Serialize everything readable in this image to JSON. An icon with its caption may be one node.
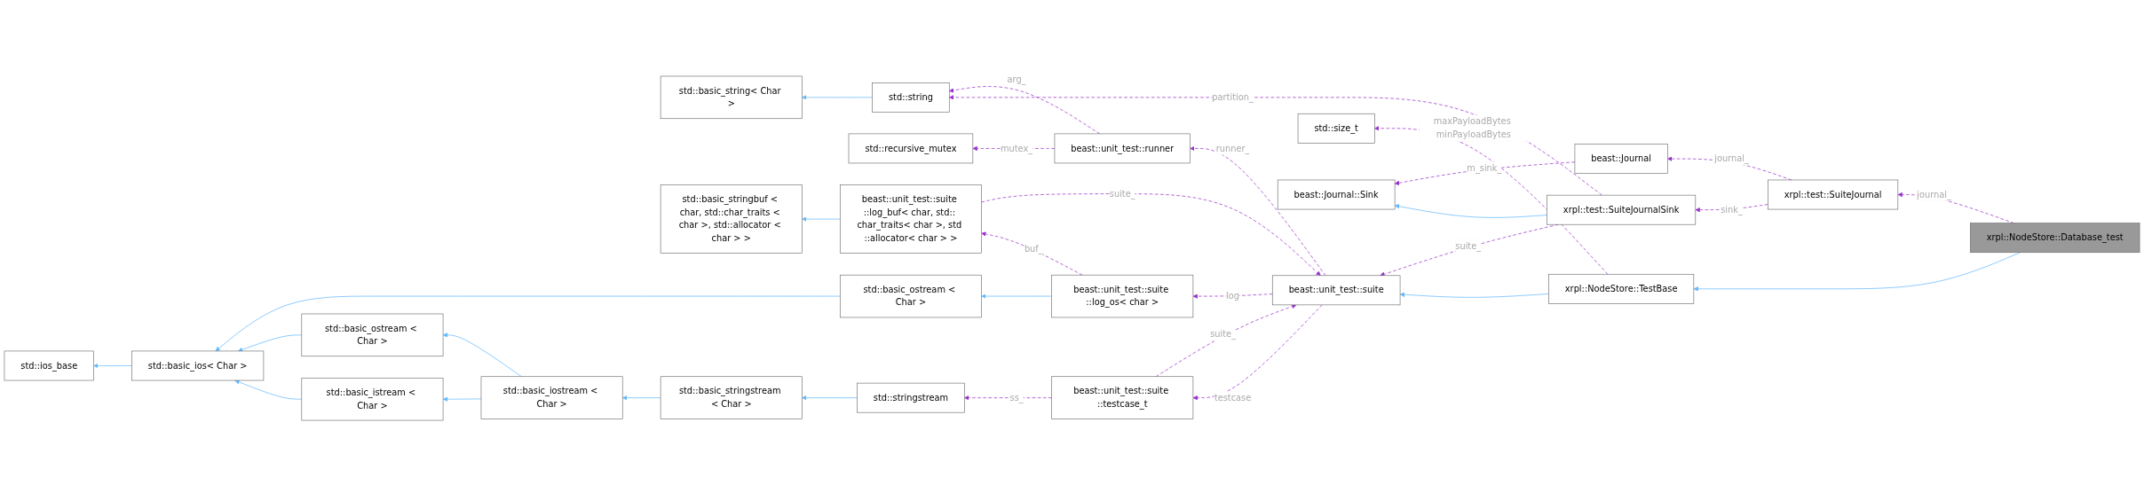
{
  "diagram": {
    "nodes": [
      {
        "text": [
          "xrpl::NodeStore::Database_test"
        ]
      },
      {
        "text": [
          "xrpl::NodeStore::TestBase"
        ]
      },
      {
        "text": [
          "xrpl::test::SuiteJournal"
        ]
      },
      {
        "text": [
          "beast::unit_test::suite"
        ]
      },
      {
        "text": [
          "std::size_t"
        ]
      },
      {
        "text": [
          "xrpl::test::SuiteJournalSink"
        ]
      },
      {
        "text": [
          "beast::Journal"
        ]
      },
      {
        "text": [
          "beast::Journal::Sink"
        ]
      },
      {
        "text": [
          "std::string"
        ]
      },
      {
        "text": [
          "std::basic_string< Char >"
        ]
      },
      {
        "text": [
          "beast::unit_test::runner"
        ]
      },
      {
        "text": [
          "std::recursive_mutex"
        ]
      },
      {
        "text": [
          "beast::unit_test::suite ::testcase_t"
        ]
      },
      {
        "text": [
          "beast::unit_test::suite ::log_os< char >"
        ]
      },
      {
        "text": [
          "beast::unit_test::suite ::log_buf< char, std:: char_traits< char >, std ::allocator< char > >"
        ]
      },
      {
        "text": [
          "std::basic_stringbuf < char, std::char_traits < char >, std::allocator < char > >"
        ]
      },
      {
        "text": [
          "std::stringstream"
        ]
      },
      {
        "text": [
          "std::basic_stringstream < Char >"
        ]
      },
      {
        "text": [
          "std::basic_iostream < Char >"
        ]
      },
      {
        "text": [
          "std::basic_istream < Char >"
        ]
      },
      {
        "text": [
          "std::basic_ostream < Char >"
        ]
      },
      {
        "text": [
          "std::basic_ios< Char >"
        ]
      },
      {
        "text": [
          "std::ios_base"
        ]
      },
      {
        "text": [
          "std::basic_ostream < Char >"
        ]
      }
    ],
    "edges": [
      {
        "from": 0,
        "to": 1,
        "arrow": "to",
        "color": "#63b8ff"
      },
      {
        "from": 0,
        "to": 2,
        "arrow": "to",
        "style": "dashed",
        "label": "journal_"
      },
      {
        "from": 1,
        "to": 3,
        "arrow": "to",
        "color": "#63b8ff"
      },
      {
        "from": 1,
        "to": 4,
        "arrow": "to",
        "style": "dashed",
        "label": "maxPayloadBytes minPayloadBytes"
      },
      {
        "from": 2,
        "to": 5,
        "arrow": "to",
        "style": "dashed",
        "label": "sink_"
      },
      {
        "from": 2,
        "to": 6,
        "arrow": "to",
        "style": "dashed",
        "label": "journal_"
      },
      {
        "from": 5,
        "to": 7,
        "arrow": "to",
        "color": "#63b8ff"
      },
      {
        "from": 5,
        "to": 8,
        "arrow": "to",
        "style": "dashed",
        "label": "partition_"
      },
      {
        "from": 5,
        "to": 3,
        "arrow": "to",
        "style": "dashed",
        "label": "suite_"
      },
      {
        "from": 6,
        "to": 7,
        "arrow": "to",
        "style": "dashed",
        "label": "m_sink_"
      },
      {
        "from": 3,
        "to": 10,
        "arrow": "to",
        "style": "dashed",
        "label": "runner_"
      },
      {
        "from": 3,
        "to": 13,
        "arrow": "to",
        "style": "dashed",
        "label": "log"
      },
      {
        "from": 10,
        "to": 8,
        "arrow": "to",
        "style": "dashed",
        "label": "arg_"
      },
      {
        "from": 10,
        "to": 11,
        "arrow": "to",
        "style": "dashed",
        "label": "mutex_"
      },
      {
        "from": 12,
        "to": 3,
        "arrow": "to",
        "style": "dashed",
        "label": "suite_"
      },
      {
        "from": 3,
        "to": 12,
        "arrow": "to",
        "style": "dashed",
        "label": "testcase"
      },
      {
        "from": 12,
        "to": 16,
        "arrow": "to",
        "style": "dashed",
        "label": "ss_"
      },
      {
        "from": 14,
        "to": 3,
        "arrow": "to",
        "style": "dashed",
        "label": "suite_"
      },
      {
        "from": 14,
        "to": 15,
        "arrow": "to",
        "color": "#63b8ff"
      },
      {
        "from": 13,
        "to": 14,
        "arrow": "to",
        "style": "dashed",
        "label": "buf_"
      },
      {
        "from": 13,
        "to": 23,
        "arrow": "to",
        "color": "#63b8ff"
      },
      {
        "from": 16,
        "to": 17,
        "arrow": "to",
        "color": "#63b8ff"
      },
      {
        "from": 17,
        "to": 18,
        "arrow": "to",
        "color": "#63b8ff"
      },
      {
        "from": 18,
        "to": 19,
        "arrow": "to",
        "color": "#63b8ff"
      },
      {
        "from": 18,
        "to": 20,
        "arrow": "to",
        "color": "#63b8ff"
      },
      {
        "from": 19,
        "to": 21,
        "arrow": "to",
        "color": "#63b8ff"
      },
      {
        "from": 20,
        "to": 21,
        "arrow": "to",
        "color": "#63b8ff"
      },
      {
        "from": 23,
        "to": 21,
        "arrow": "to",
        "color": "#63b8ff"
      },
      {
        "from": 21,
        "to": 22,
        "arrow": "to",
        "color": "#63b8ff"
      },
      {
        "from": 8,
        "to": 9,
        "arrow": "to",
        "color": "#63b8ff"
      }
    ]
  }
}
